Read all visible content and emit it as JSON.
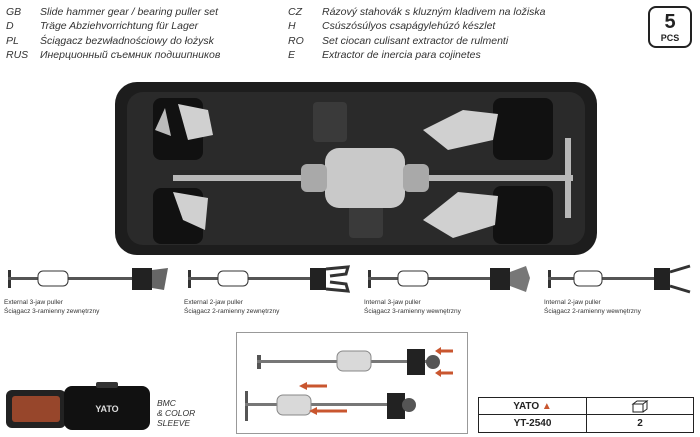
{
  "languages_left": [
    {
      "code": "GB",
      "text": "Slide hammer gear / bearing puller set"
    },
    {
      "code": "D",
      "text": "Träge Abziehvorrichtung für Lager"
    },
    {
      "code": "PL",
      "text": "Ściągacz bezwładnościowy do łożysk"
    },
    {
      "code": "RUS",
      "text": "Инерционный съемник подшипников"
    }
  ],
  "languages_right": [
    {
      "code": "CZ",
      "text": "Rázový stahovák s kluzným kladivem na ložiska"
    },
    {
      "code": "H",
      "text": "Csúszósúlyos csapágylehúzó készlet"
    },
    {
      "code": "RO",
      "text": "Set ciocan culisant extractor de rulmenti"
    },
    {
      "code": "E",
      "text": "Extractor de inercia para cojinetes"
    }
  ],
  "pcs": {
    "number": "5",
    "unit": "PCS"
  },
  "variants": [
    {
      "line1": "External 3-jaw puller",
      "line2": "Ściągacz 3-ramienny zewnętrzny"
    },
    {
      "line1": "External 2-jaw puller",
      "line2": "Ściągacz 2-ramienny zewnętrzny"
    },
    {
      "line1": "Internal 3-jaw puller",
      "line2": "Ściągacz 3-ramienny wewnętrzny"
    },
    {
      "line1": "Internal 2-jaw puller",
      "line2": "Ściągacz 2-ramienny wewnętrzny"
    }
  ],
  "packaging_label": [
    "BMC",
    "& COLOR",
    "SLEEVE"
  ],
  "packaging_logo": "YATO",
  "brand": {
    "logo": "YATO",
    "code": "YT-2540",
    "qty": "2"
  },
  "colors": {
    "arrow": "#c9562f",
    "case": "#1d1d1d",
    "steel": "#b8b8b8"
  }
}
